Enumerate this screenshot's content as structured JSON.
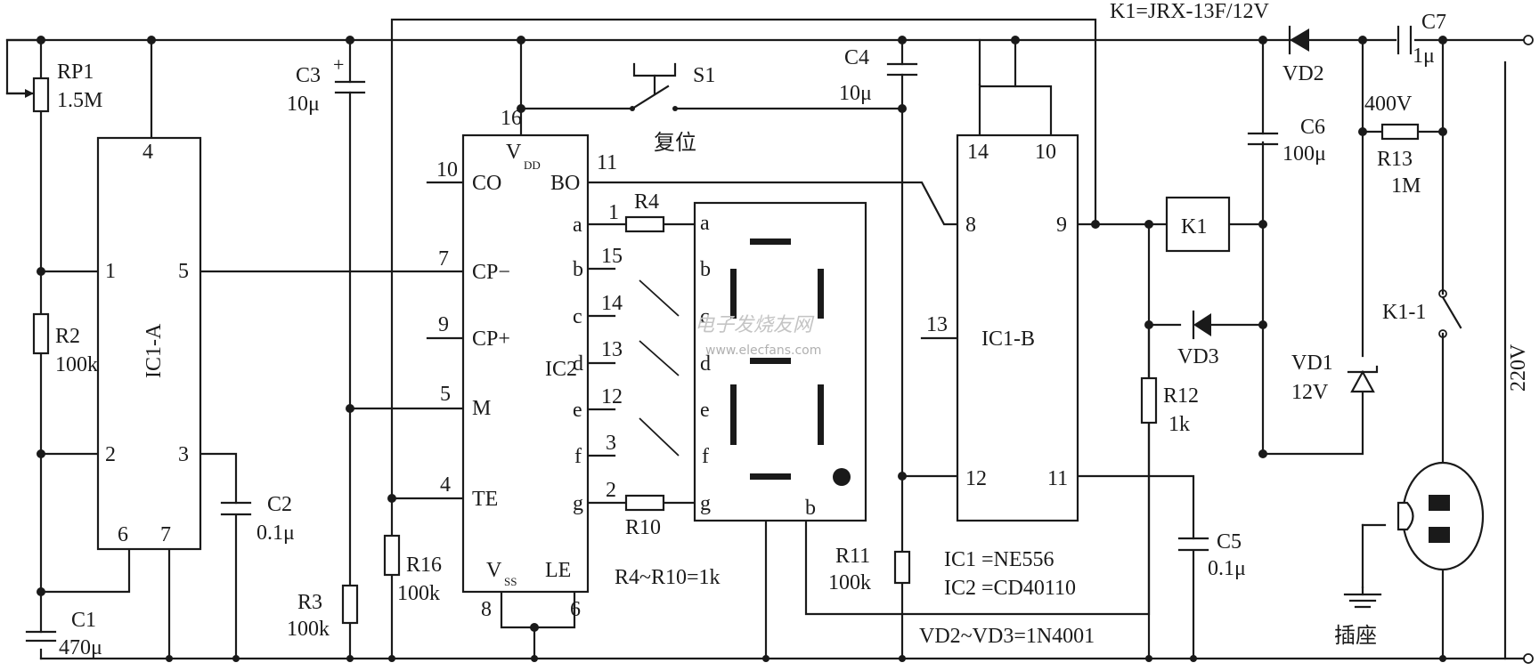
{
  "relay_spec": "K1=JRX-13F/12V",
  "components": {
    "rp1": {
      "name": "RP1",
      "value": "1.5M"
    },
    "r2": {
      "name": "R2",
      "value": "100k"
    },
    "c1": {
      "name": "C1",
      "value": "470μ"
    },
    "c2": {
      "name": "C2",
      "value": "0.1μ"
    },
    "c3": {
      "name": "C3",
      "value": "10μ",
      "polarity": "+"
    },
    "r3": {
      "name": "R3",
      "value": "100k"
    },
    "r16": {
      "name": "R16",
      "value": "100k"
    },
    "s1": {
      "name": "S1",
      "note": "复位"
    },
    "r4": {
      "name": "R4"
    },
    "r10": {
      "name": "R10"
    },
    "r4_r10": "R4~R10=1k",
    "c4": {
      "name": "C4",
      "value": "10μ"
    },
    "r11": {
      "name": "R11",
      "value": "100k"
    },
    "c5": {
      "name": "C5",
      "value": "0.1μ"
    },
    "r12": {
      "name": "R12",
      "value": "1k"
    },
    "k1": {
      "name": "K1"
    },
    "vd3": {
      "name": "VD3"
    },
    "c6": {
      "name": "C6",
      "value": "100μ"
    },
    "vd2": {
      "name": "VD2"
    },
    "c7": {
      "name": "C7",
      "value": "1μ"
    },
    "v400": "400V",
    "r13": {
      "name": "R13",
      "value": "1M"
    },
    "k1_1": {
      "name": "K1-1"
    },
    "vd1": {
      "name": "VD1",
      "value": "12V"
    },
    "socket": "插座",
    "mains": "220V"
  },
  "ic1a": {
    "name": "IC1-A",
    "pins": {
      "p4": "4",
      "p1": "1",
      "p5": "5",
      "p2": "2",
      "p3": "3",
      "p6": "6",
      "p7": "7"
    }
  },
  "ic2": {
    "name": "IC2",
    "vdd": "V",
    "vdd_sub": "DD",
    "vss": "V",
    "vss_sub": "SS",
    "pin_labels": {
      "co": "CO",
      "bo": "BO",
      "cpm": "CP−",
      "cpp": "CP+",
      "m": "M",
      "te": "TE",
      "le": "LE",
      "a": "a",
      "b": "b",
      "c": "c",
      "d": "d",
      "e": "e",
      "f": "f",
      "g": "g"
    },
    "pins": {
      "p16": "16",
      "p10": "10",
      "p11": "11",
      "p7": "7",
      "p9": "9",
      "p5": "5",
      "p4": "4",
      "p8": "8",
      "p6": "6",
      "p1": "1",
      "p15": "15",
      "p14": "14",
      "p13": "13",
      "p12": "12",
      "p3": "3",
      "p2": "2"
    }
  },
  "display": {
    "seg_labels": [
      "a",
      "b",
      "c",
      "d",
      "e",
      "f",
      "g"
    ],
    "common_label": "b"
  },
  "ic1b": {
    "name": "IC1-B",
    "pins": {
      "p14": "14",
      "p10": "10",
      "p8": "8",
      "p9": "9",
      "p13": "13",
      "p12": "12",
      "p11": "11"
    }
  },
  "notes": {
    "ic1": "IC1 =NE556",
    "ic2": "IC2 =CD40110",
    "vd": "VD2~VD3=1N4001"
  },
  "watermark": {
    "cn": "电子发烧友网",
    "url": "www.elecfans.com"
  }
}
